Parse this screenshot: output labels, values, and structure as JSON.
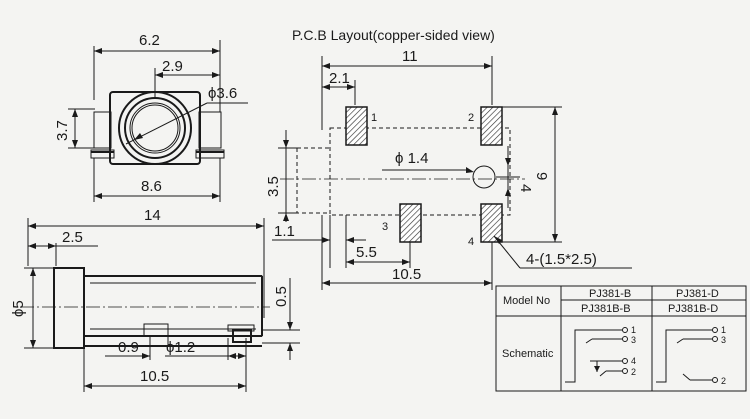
{
  "pcb_title": "P.C.B  Layout(copper-sided view)",
  "top_view": {
    "width_total": "6.2",
    "offset": "2.9",
    "diameter": "ϕ3.6",
    "height": "3.7",
    "body_width": "8.6"
  },
  "side_view": {
    "length_total": "14",
    "lead": "2.5",
    "diameter": "ϕ5",
    "peg_dia": "ϕ1.2",
    "peg_offset": "0.9",
    "pcb_offset": "0.5",
    "base_length": "10.5"
  },
  "pcb_layout": {
    "width_total": "11",
    "pad_offset": "2.1",
    "hole_dia": "ϕ 1.4",
    "pad_span": "3.5",
    "right_small": "4",
    "right_height": "9",
    "left_pad": "1.1",
    "mid": "5.5",
    "bottom": "10.5",
    "pad_size": "4-(1.5*2.5)",
    "pin_1": "1",
    "pin_2": "2",
    "pin_3": "3",
    "pin_4": "4"
  },
  "table": {
    "model_label": "Model No",
    "schematic_label": "Schematic",
    "col1_top": "PJ381-B",
    "col1_bottom": "PJ381B-B",
    "col2_top": "PJ381-D",
    "col2_bottom": "PJ381B-D",
    "s_pin1": "1",
    "s_pin3": "3",
    "s_pin4": "4",
    "s_pin2": "2",
    "d_pin1": "1",
    "d_pin3": "3",
    "d_pin2": "2"
  }
}
